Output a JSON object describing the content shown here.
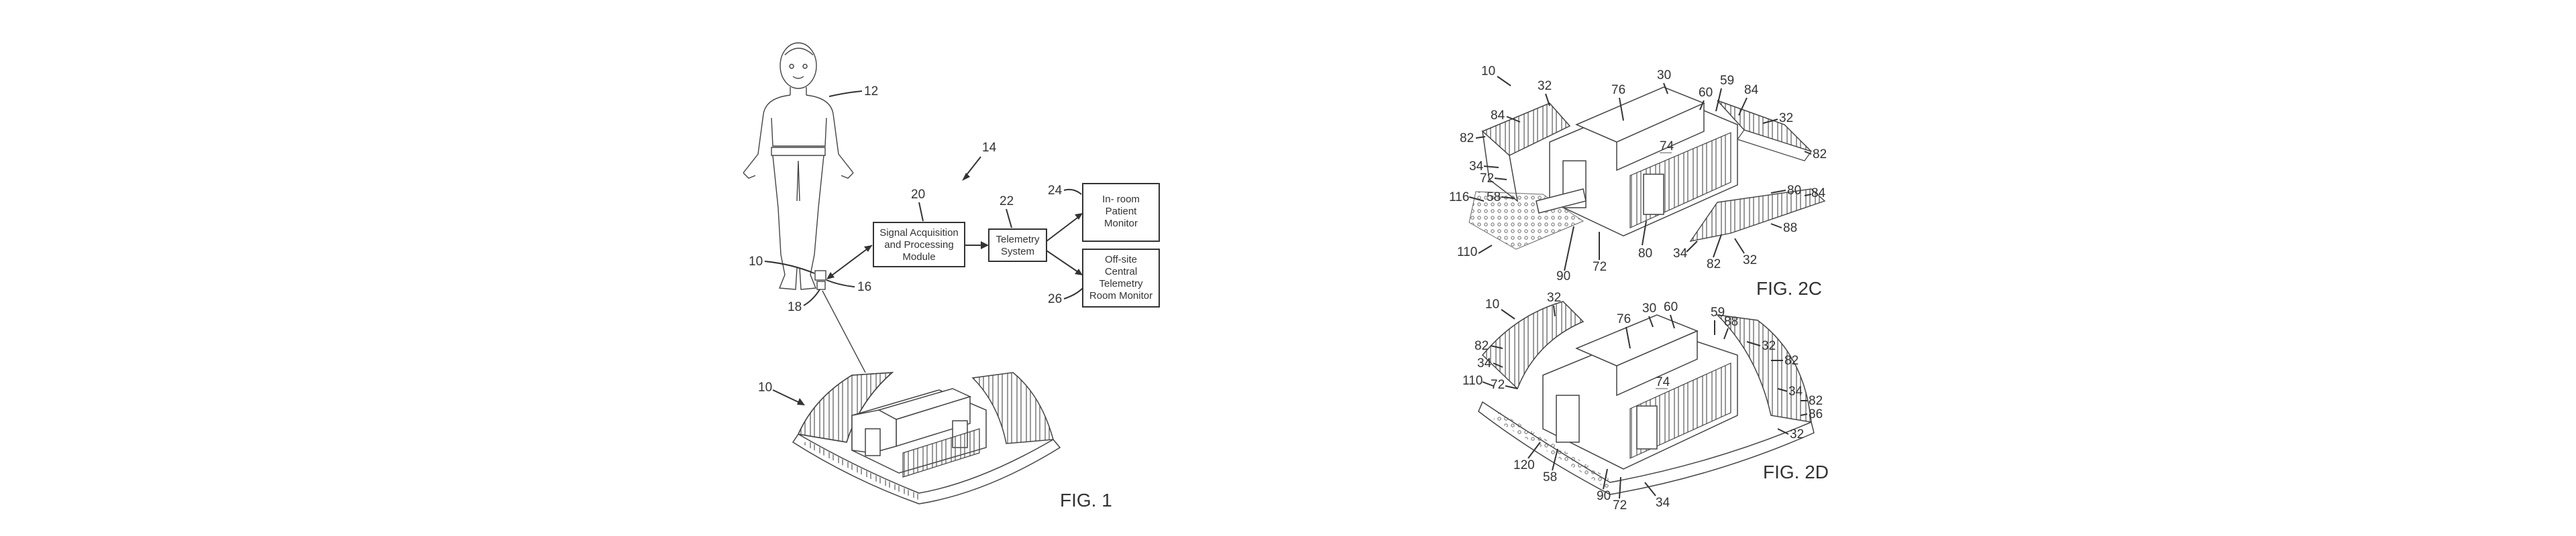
{
  "figures": {
    "fig1": {
      "title": "FIG. 1",
      "refs": {
        "patient": "12",
        "system": "14",
        "module": "20",
        "telemetry": "22",
        "in_room": "24",
        "off_site": "26",
        "device_a": "10",
        "device_b": "10",
        "sensor": "16",
        "sensor2": "18"
      },
      "blocks": {
        "module": [
          "Signal Acquisition",
          "and Processing",
          "Module"
        ],
        "telemetry": [
          "Telemetry",
          "System"
        ],
        "in_room": [
          "In- room",
          "Patient",
          "Monitor"
        ],
        "off_site": [
          "Off-site",
          "Central",
          "Telemetry",
          "Room Monitor"
        ]
      }
    },
    "fig2c": {
      "title": "FIG. 2C",
      "refs": [
        "10",
        "32",
        "76",
        "30",
        "59",
        "84",
        "60",
        "32",
        "84",
        "82",
        "82",
        "34",
        "74",
        "72",
        "116",
        "58",
        "80",
        "84",
        "88",
        "110",
        "90",
        "72",
        "80",
        "34",
        "82",
        "32"
      ]
    },
    "fig2d": {
      "title": "FIG. 2D",
      "refs": [
        "10",
        "32",
        "76",
        "30",
        "60",
        "59",
        "88",
        "32",
        "82",
        "82",
        "34",
        "74",
        "110",
        "72",
        "34",
        "82",
        "86",
        "32",
        "120",
        "58",
        "90",
        "72",
        "34"
      ]
    }
  }
}
